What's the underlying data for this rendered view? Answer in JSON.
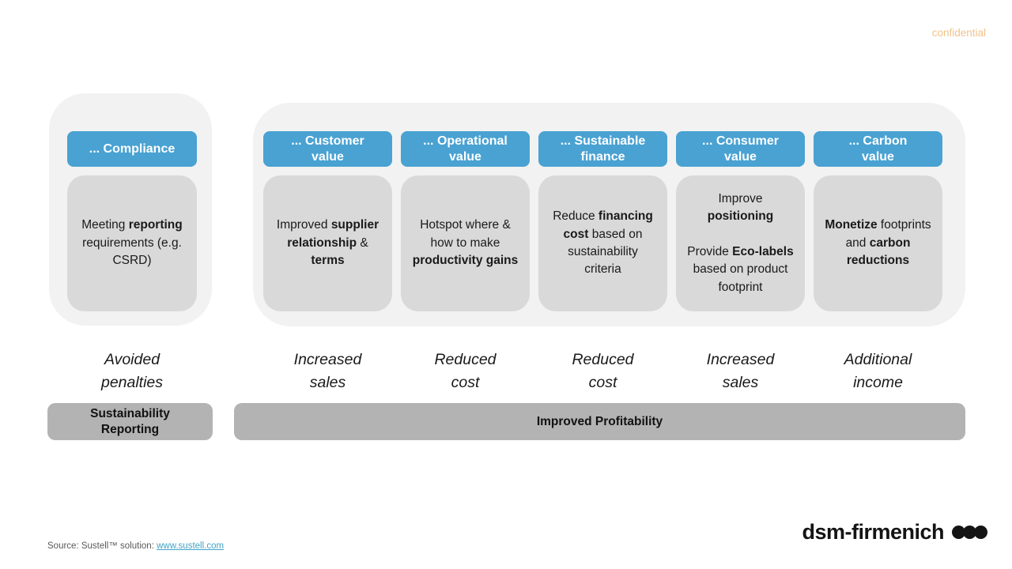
{
  "meta": {
    "confidential": "confidential"
  },
  "colors": {
    "header_blue": "#49a2d2",
    "container_bg": "#f2f2f2",
    "card_bg": "#d9d9d9",
    "bar_bg": "#b3b3b3",
    "confidential_text": "#f0c28c",
    "link": "#42a3c6",
    "source_text": "#595959"
  },
  "compliance": {
    "header": "... Compliance",
    "body": [
      [
        {
          "t": "Meeting ",
          "b": 0
        },
        {
          "t": "reporting",
          "b": 1
        },
        {
          "t": " requirements (e.g. CSRD)",
          "b": 0
        }
      ]
    ],
    "outcome": "Avoided\npenalties",
    "bar": "Sustainability\nReporting"
  },
  "values": {
    "columns": [
      {
        "header": "... Customer\nvalue",
        "body": [
          [
            {
              "t": "Improved ",
              "b": 0
            },
            {
              "t": "supplier relationship",
              "b": 1
            },
            {
              "t": " & ",
              "b": 0
            },
            {
              "t": "terms",
              "b": 1
            }
          ]
        ],
        "outcome": "Increased\nsales"
      },
      {
        "header": "... Operational\nvalue",
        "body": [
          [
            {
              "t": "Hotspot where & how to make ",
              "b": 0
            },
            {
              "t": "productivity gains",
              "b": 1
            }
          ]
        ],
        "outcome": "Reduced\ncost"
      },
      {
        "header": "... Sustainable\nfinance",
        "body": [
          [
            {
              "t": "Reduce ",
              "b": 0
            },
            {
              "t": "financing cost",
              "b": 1
            },
            {
              "t": " based on sustainability criteria",
              "b": 0
            }
          ]
        ],
        "outcome": "Reduced\ncost"
      },
      {
        "header": "... Consumer\nvalue",
        "body": [
          [
            {
              "t": "Improve ",
              "b": 0
            },
            {
              "t": "positioning",
              "b": 1
            }
          ],
          [
            {
              "t": "Provide ",
              "b": 0
            },
            {
              "t": "Eco-labels",
              "b": 1
            },
            {
              "t": " based on product footprint",
              "b": 0
            }
          ]
        ],
        "outcome": "Increased\nsales"
      },
      {
        "header": "... Carbon\nvalue",
        "body": [
          [
            {
              "t": "Monetize",
              "b": 1
            },
            {
              "t": " footprints and ",
              "b": 0
            },
            {
              "t": "carbon reductions",
              "b": 1
            }
          ]
        ],
        "outcome": "Additional\nincome"
      }
    ],
    "bar": "Improved Profitability"
  },
  "footer": {
    "source_prefix": "Source: Sustell™ solution: ",
    "source_link": "www.sustell.com",
    "logo_text": "dsm-firmenich"
  }
}
